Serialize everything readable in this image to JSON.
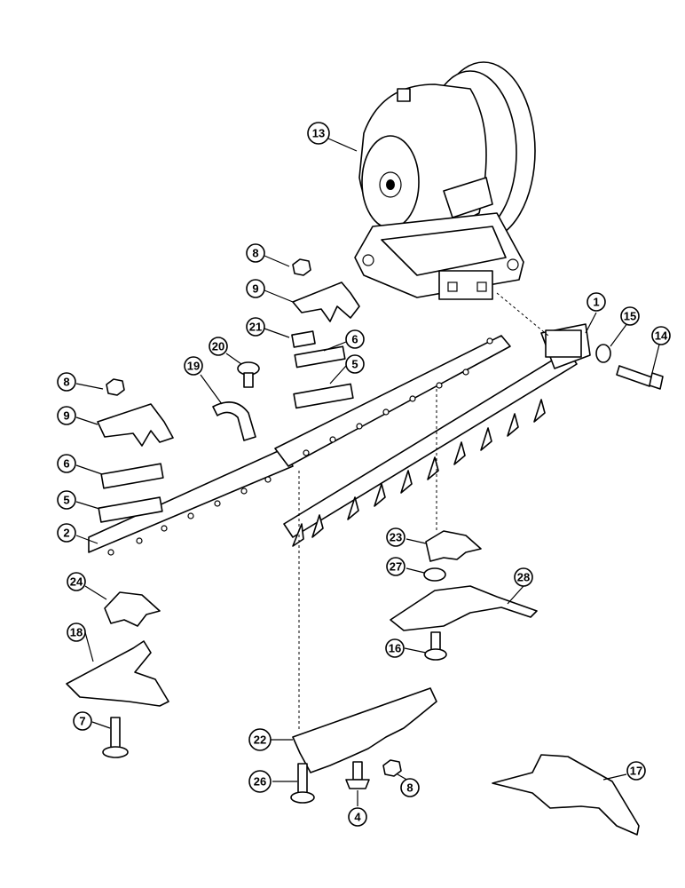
{
  "callouts": [
    {
      "id": "c1",
      "label": "1"
    },
    {
      "id": "c2",
      "label": "2"
    },
    {
      "id": "c4",
      "label": "4"
    },
    {
      "id": "c5a",
      "label": "5"
    },
    {
      "id": "c5b",
      "label": "5"
    },
    {
      "id": "c6a",
      "label": "6"
    },
    {
      "id": "c6b",
      "label": "6"
    },
    {
      "id": "c7",
      "label": "7"
    },
    {
      "id": "c8a",
      "label": "8"
    },
    {
      "id": "c8b",
      "label": "8"
    },
    {
      "id": "c8c",
      "label": "8"
    },
    {
      "id": "c9a",
      "label": "9"
    },
    {
      "id": "c9b",
      "label": "9"
    },
    {
      "id": "c13",
      "label": "13"
    },
    {
      "id": "c14",
      "label": "14"
    },
    {
      "id": "c15",
      "label": "15"
    },
    {
      "id": "c16",
      "label": "16"
    },
    {
      "id": "c17",
      "label": "17"
    },
    {
      "id": "c18",
      "label": "18"
    },
    {
      "id": "c19",
      "label": "19"
    },
    {
      "id": "c20",
      "label": "20"
    },
    {
      "id": "c21",
      "label": "21"
    },
    {
      "id": "c22",
      "label": "22"
    },
    {
      "id": "c23",
      "label": "23"
    },
    {
      "id": "c24",
      "label": "24"
    },
    {
      "id": "c26",
      "label": "26"
    },
    {
      "id": "c27",
      "label": "27"
    },
    {
      "id": "c28",
      "label": "28"
    }
  ]
}
